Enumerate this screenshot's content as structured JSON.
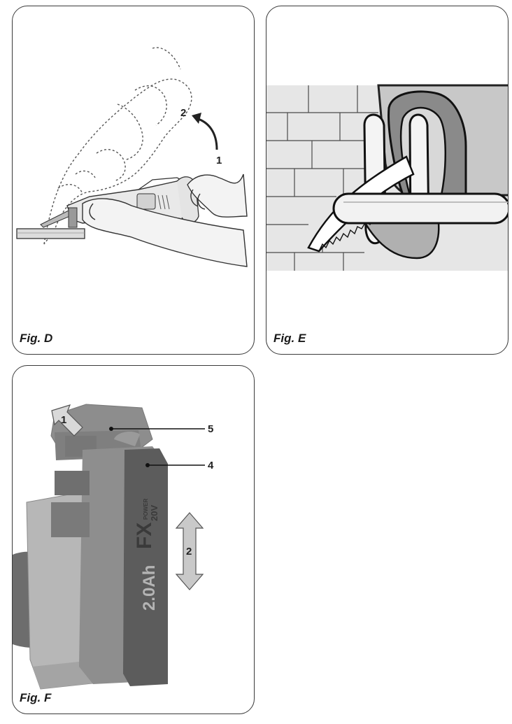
{
  "figures": [
    {
      "id": "D",
      "caption": "Fig. D",
      "callouts": [
        "2",
        "1"
      ],
      "icons": [
        "reciprocating-saw-icon",
        "hands-icon",
        "workpiece-icon",
        "rotation-arrow-icon"
      ]
    },
    {
      "id": "E",
      "caption": "Fig. E",
      "callouts": [],
      "icons": [
        "brick-wall-icon",
        "pipe-icon",
        "saw-blade-icon",
        "saw-shoe-icon"
      ]
    },
    {
      "id": "F",
      "caption": "Fig. F",
      "callouts": [
        "1",
        "5",
        "4",
        "2"
      ],
      "battery": {
        "brand": "FX",
        "sub_brand": "POWER",
        "voltage": "20V",
        "capacity": "2.0Ah"
      },
      "icons": [
        "battery-pack-icon",
        "release-button-arrow-icon",
        "slide-direction-arrow-icon"
      ]
    }
  ],
  "colors": {
    "border": "#3a3a3a",
    "text": "#1a1a1a",
    "battery_body": "#8e8e8e",
    "battery_dark": "#5c5c5c"
  }
}
